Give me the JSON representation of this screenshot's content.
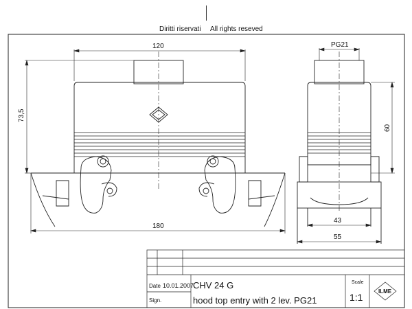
{
  "header": {
    "rights_it": "Diritti riservati",
    "rights_en": "All rights reseved"
  },
  "dimensions": {
    "width_top": "120",
    "height_left": "73,5",
    "width_bottom": "180",
    "thread": "PG21",
    "height_right": "60",
    "inner_width": "43",
    "outer_width": "55"
  },
  "title_block": {
    "date_label": "Date",
    "date_value": "10.01.2007",
    "sign_label": "Sign.",
    "code": "CHV 24 G",
    "description": "hood top entry with 2 lev. PG21",
    "scale_label": "Scale",
    "scale_value": "1:1",
    "logo_text": "ILME"
  }
}
